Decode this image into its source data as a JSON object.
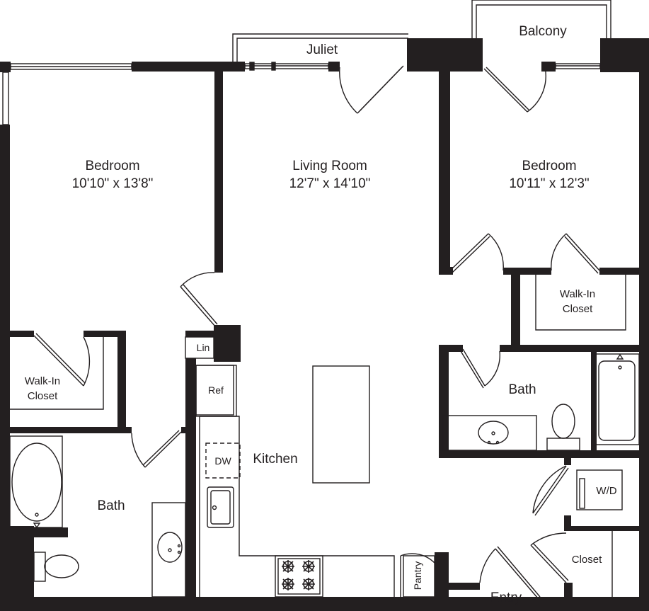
{
  "rooms": {
    "juliet": "Juliet",
    "balcony": "Balcony",
    "bedroom_left": {
      "name": "Bedroom",
      "size": "10'10\" x 13'8\""
    },
    "living": {
      "name": "Living Room",
      "size": "12'7\" x 14'10\""
    },
    "bedroom_right": {
      "name": "Bedroom",
      "size": "10'11\" x 12'3\""
    },
    "walkin_right": {
      "line1": "Walk-In",
      "line2": "Closet"
    },
    "walkin_left": {
      "line1": "Walk-In",
      "line2": "Closet"
    },
    "lin": "Lin",
    "ref": "Ref",
    "dw": "DW",
    "kitchen": "Kitchen",
    "bath_right": "Bath",
    "bath_left": "Bath",
    "wd": "W/D",
    "closet": "Closet",
    "pantry": "Pantry",
    "entry": "Entry"
  },
  "colors": {
    "wall": "#231f20",
    "background": "#ffffff"
  }
}
